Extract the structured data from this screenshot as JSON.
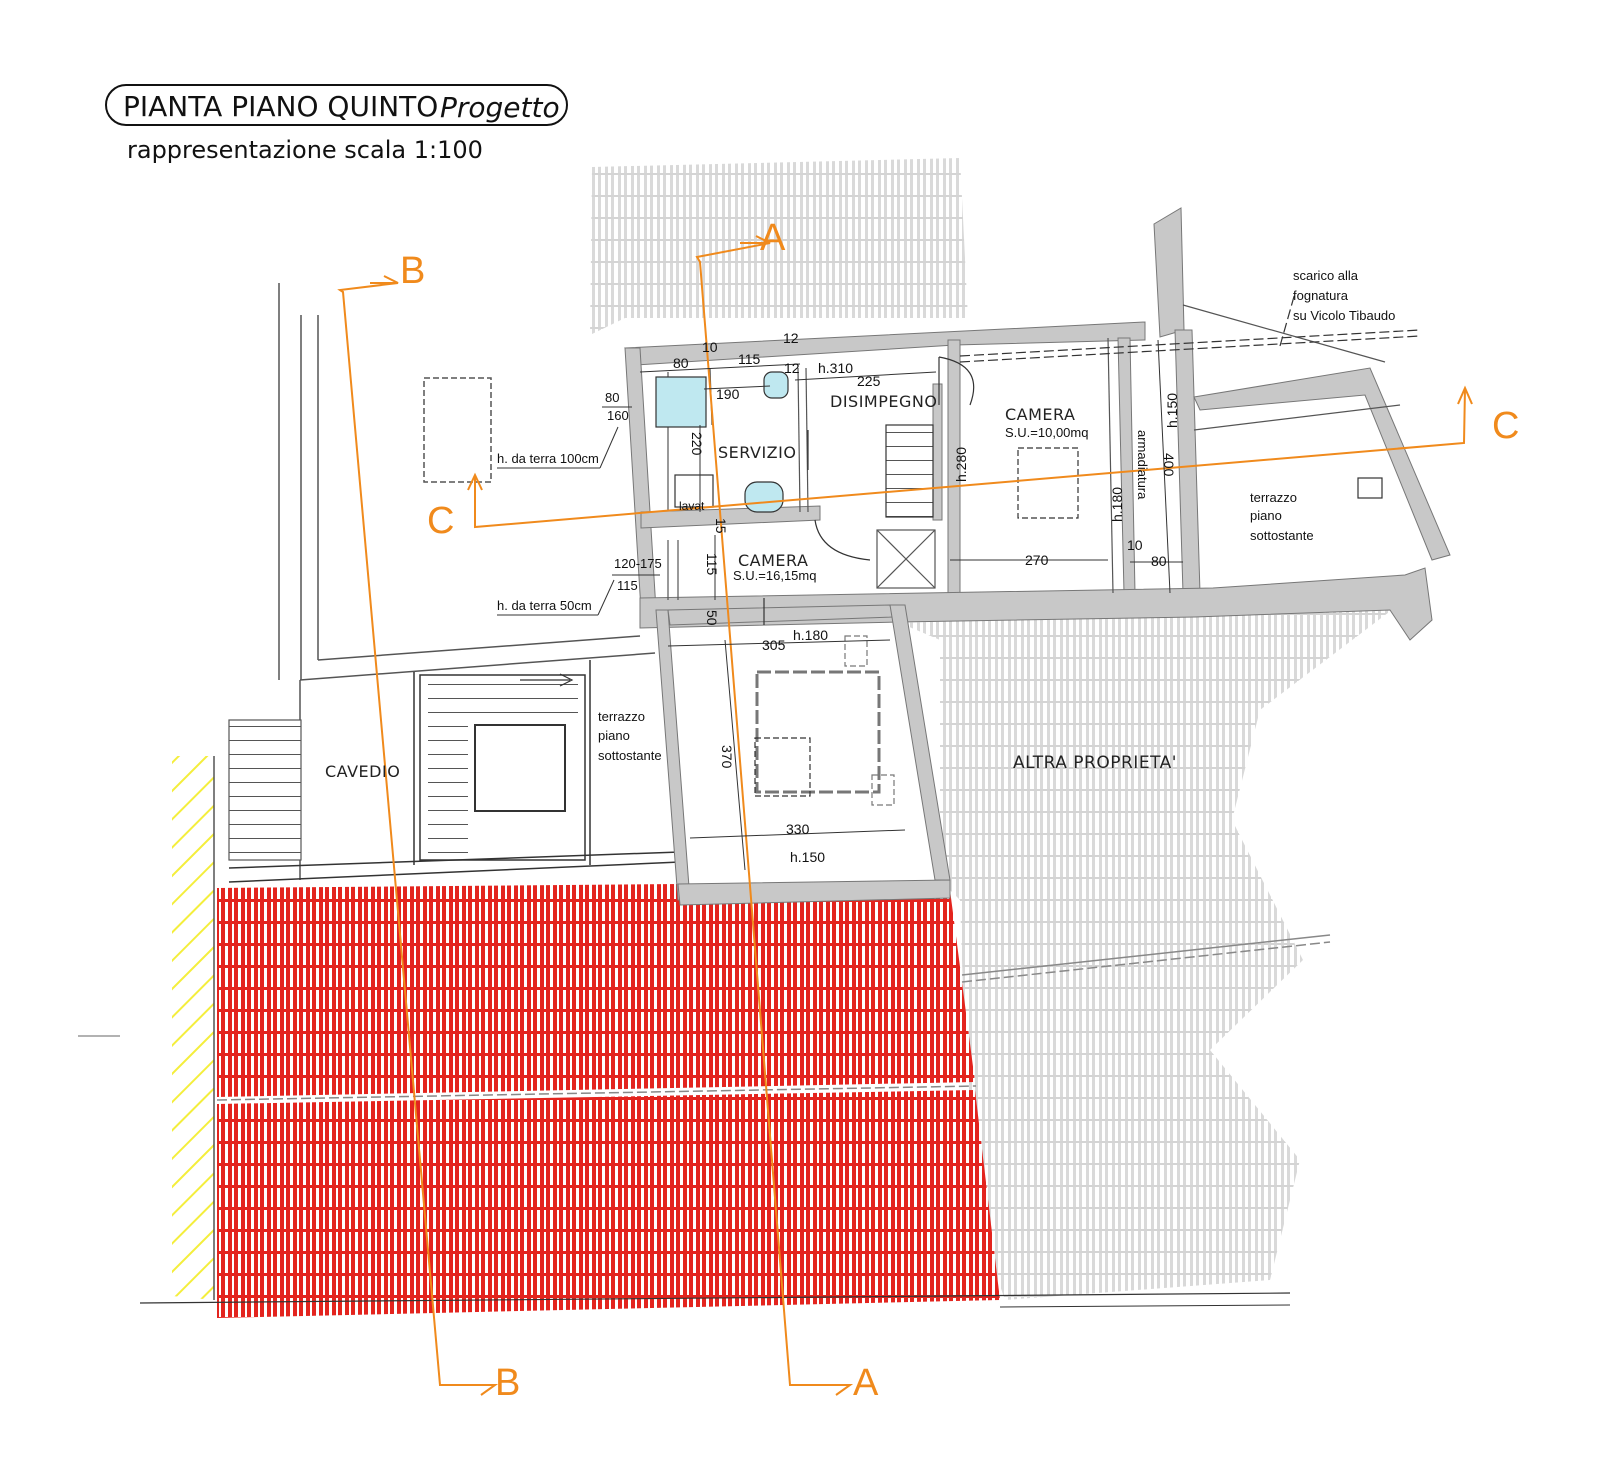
{
  "title": {
    "main": "PIANTA PIANO QUINTO",
    "sub": "Progetto",
    "scale": "rappresentazione scala 1:100"
  },
  "rooms": {
    "servizio": "SERVIZIO",
    "disimpegno": "DISIMPEGNO",
    "camera1": "CAMERA",
    "camera1_area": "S.U.=16,15mq",
    "camera2": "CAMERA",
    "camera2_area": "S.U.=10,00mq",
    "cavedio": "CAVEDIO",
    "altra": "ALTRA PROPRIETA'",
    "armadiatura": "armadiatura",
    "lavat": "lavat",
    "terrazzo_left": [
      "terrazzo",
      "piano",
      "sottostante"
    ],
    "terrazzo_right": [
      "terrazzo",
      "piano",
      "sottostante"
    ]
  },
  "notes": {
    "scarico": [
      "scarico alla",
      "fognatura",
      "su Vicolo Tibaudo"
    ],
    "h_terra_100": "h. da terra 100cm",
    "h_terra_50": "h. da terra 50cm",
    "win1_a": "80",
    "win1_b": "160",
    "win2_a": "120-175",
    "win2_b": "115"
  },
  "dimensions": {
    "d80_top": "80",
    "d10": "10",
    "d115_top": "115",
    "d12_top": "12",
    "d12_b": "12",
    "h310": "h.310",
    "d225": "225",
    "d190": "190",
    "d220": "220",
    "d15": "15",
    "d115_mid": "115",
    "d50": "50",
    "d305": "305",
    "h180_bot": "h.180",
    "d370": "370",
    "d330": "330",
    "h150_bot": "h.150",
    "h280": "h.280",
    "h180_right": "h.180",
    "d270": "270",
    "d10_right": "10",
    "d80_right": "80",
    "h150_right": "h.150",
    "d400": "400"
  },
  "sections": {
    "A": "A",
    "B": "B",
    "C": "C"
  },
  "colors": {
    "wall": "#c8c8c8",
    "section_line": "#f08a1c",
    "roof_red": "#e3241e",
    "glass": "#bfe8f0",
    "hatch_yellow": "#f4ee3c"
  }
}
